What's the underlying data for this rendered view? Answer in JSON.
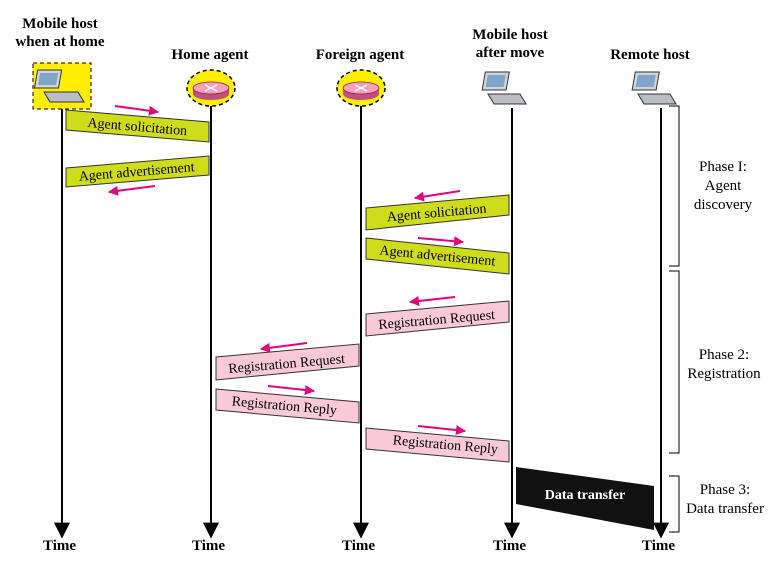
{
  "entities": {
    "mobile_home": "Mobile host\nwhen at home",
    "home_agent": "Home agent",
    "foreign_agent": "Foreign agent",
    "mobile_moved": "Mobile host\nafter move",
    "remote_host": "Remote host"
  },
  "time_label": "Time",
  "messages": {
    "m1": "Agent solicitation",
    "m2": "Agent advertisement",
    "m3": "Agent solicitation",
    "m4": "Agent advertisement",
    "m5": "Registration Request",
    "m6": "Registration Request",
    "m7": "Registration Reply",
    "m8": "Registration Reply",
    "m9": "Data transfer"
  },
  "phases": {
    "p1": "Phase I:\nAgent\ndiscovery",
    "p2": "Phase 2:\nRegistration",
    "p3": "Phase 3:\nData transfer"
  },
  "colors": {
    "solicitation_box": "#cfdc1a",
    "registration_box": "#f9c9d8",
    "arrow": "#e6007e",
    "router": "#f6a0c0",
    "home_highlight": "#ffee00",
    "data_box": "#111111"
  }
}
